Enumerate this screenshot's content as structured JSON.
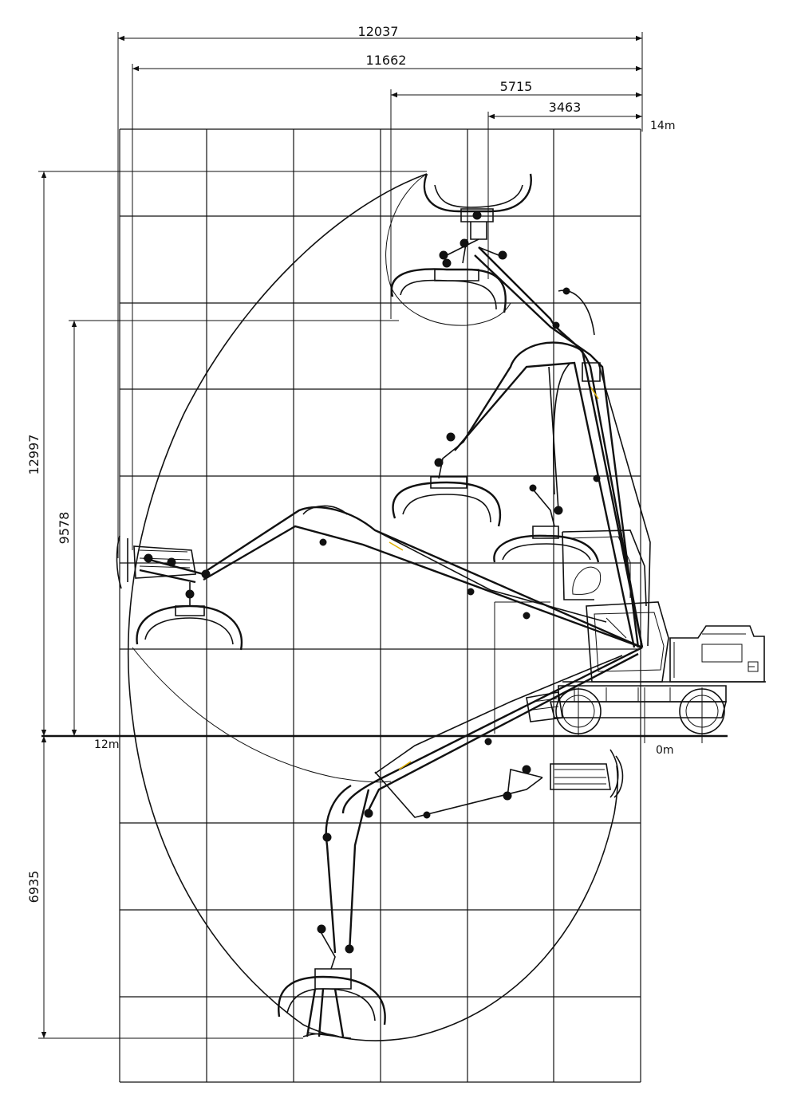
{
  "dimensions": {
    "top": [
      "12037",
      "11662",
      "5715",
      "3463"
    ],
    "left": [
      "12997",
      "9578",
      "6935"
    ]
  },
  "scale_labels": {
    "top_right": "14m",
    "ground_left": "12m",
    "ground_right": "0m"
  }
}
